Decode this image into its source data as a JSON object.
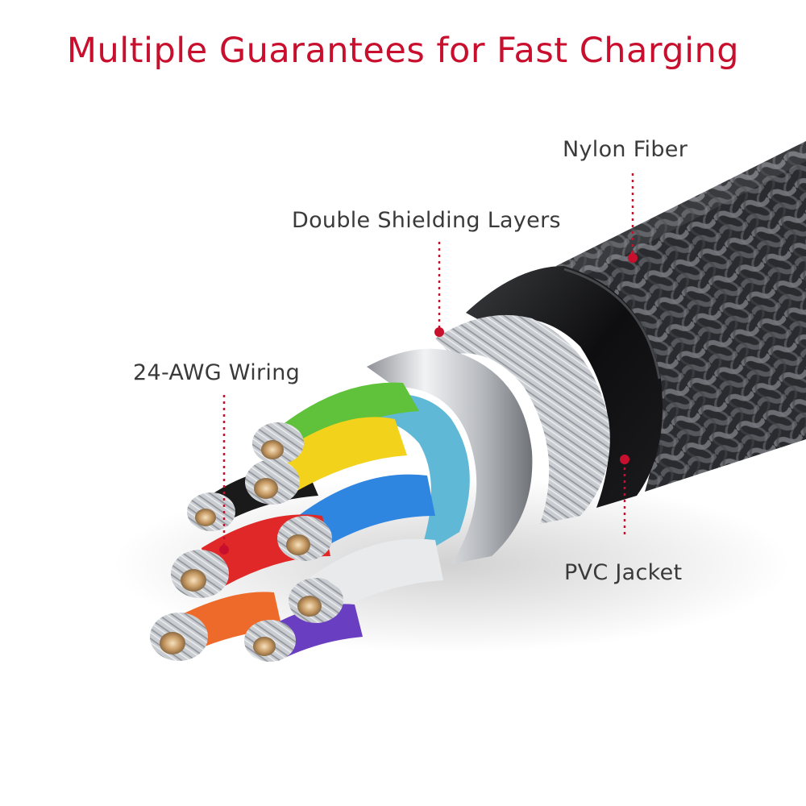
{
  "title": "Multiple Guarantees for Fast Charging",
  "labels": {
    "nylon": "Nylon Fiber",
    "shielding": "Double Shielding Layers",
    "wiring": "24-AWG Wiring",
    "jacket": "PVC Jacket"
  },
  "colors": {
    "title": "#c8102e",
    "label_text": "#3a3a3a",
    "leader_line": "#c8102e"
  }
}
